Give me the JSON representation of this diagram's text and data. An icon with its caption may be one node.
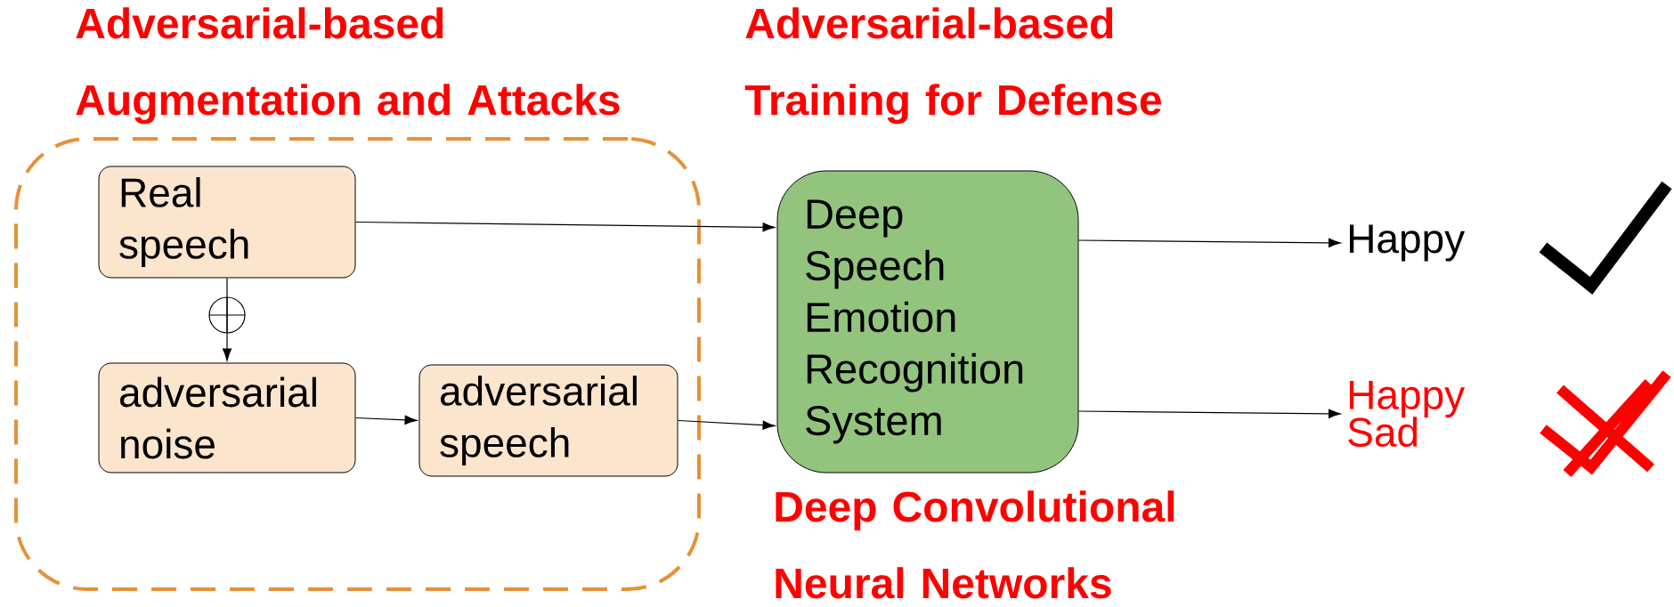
{
  "diagram": {
    "nodes": [
      {
        "text": [
          "Adversarial-based Augmentation and Attacks"
        ]
      },
      {
        "text": [
          "Real speech"
        ],
        "in": 0
      },
      {
        "text": [
          "adversarial noise"
        ],
        "in": 0
      },
      {
        "text": [
          "adversarial speech"
        ],
        "in": 0
      },
      {
        "text": [
          "Deep Speech Emotion Recognition System"
        ],
        "beside": [
          "Adversarial-based Training for Defense",
          "Deep Convolutional Neural Networks"
        ]
      },
      {
        "text": [
          "Happy"
        ]
      },
      {
        "text": [
          "Happy",
          "Sad"
        ]
      }
    ],
    "edges": [
      {
        "from": 1,
        "to": 4,
        "arrow": "to"
      },
      {
        "from": 1,
        "to": 2,
        "arrow": "to"
      },
      {
        "from": 2,
        "to": 3,
        "arrow": "to"
      },
      {
        "from": 3,
        "to": 4,
        "arrow": "to"
      },
      {
        "from": 4,
        "to": 5,
        "arrow": "to"
      },
      {
        "from": 4,
        "to": 6,
        "arrow": "to"
      }
    ]
  }
}
